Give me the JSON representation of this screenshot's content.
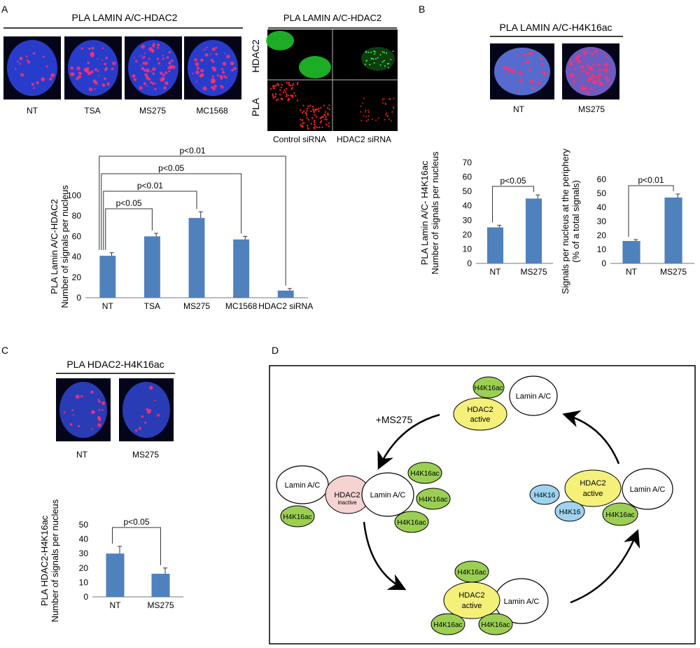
{
  "panels": {
    "A": {
      "letter": "A",
      "micro_title": "PLA LAMIN A/C-HDAC2",
      "micro_labels": [
        "NT",
        "TSA",
        "MS275",
        "MC1568"
      ],
      "sirna_title": "PLA LAMIN A/C-HDAC2",
      "sirna_rows": [
        "HDAC2",
        "PLA"
      ],
      "sirna_cols": [
        "Control siRNA",
        "HDAC2 siRNA"
      ]
    },
    "B": {
      "letter": "B",
      "micro_title": "PLA LAMIN A/C-H4K16ac",
      "micro_labels": [
        "NT",
        "MS275"
      ]
    },
    "C": {
      "letter": "C",
      "micro_title": "PLA HDAC2-H4K16ac",
      "micro_labels": [
        "NT",
        "MS275"
      ]
    },
    "D": {
      "letter": "D",
      "treatment_label": "+MS275",
      "complexes": {
        "top": {
          "lamin": "Lamin A/C",
          "hdac": [
            "HDAC2",
            "active"
          ],
          "acetyl": [
            "H4K16ac"
          ]
        },
        "left": {
          "lamin1": "Lamin A/C",
          "hdac": [
            "HDAC2",
            "inactive"
          ],
          "lamin2": "Lamin A/C",
          "acetyl": [
            "H4K16ac",
            "H4K16ac",
            "H4K16ac",
            "H4K16ac"
          ]
        },
        "right": {
          "lamin": "Lamin A/C",
          "hdac": [
            "HDAC2",
            "active"
          ],
          "deacetyl": [
            "H4K16",
            "H4K16"
          ],
          "acetyl": [
            "H4K16ac"
          ]
        },
        "bottom": {
          "lamin": "Lamin A/C",
          "hdac": [
            "HDAC2",
            "active"
          ],
          "acetyl": [
            "H4K16ac",
            "H4K16ac",
            "H4K16ac"
          ]
        }
      }
    }
  },
  "colors": {
    "bar": "#4f81bd",
    "hdac_active": "#f4f07a",
    "hdac_inactive": "#f6d3d3",
    "acetyl": "#9bcf53",
    "deacetyl": "#9fd3f0",
    "nucleus_blue": "#2a3fd6",
    "pla_red": "#ff3070"
  },
  "chart_data": [
    {
      "type": "bar",
      "panel": "A",
      "categories": [
        "NT",
        "TSA",
        "MS275",
        "MC1568",
        "HDAC2 siRNA"
      ],
      "values": [
        41,
        60,
        78,
        57,
        7
      ],
      "errors": [
        3,
        3,
        6,
        3,
        2
      ],
      "ylabel": "PLA Lamin A/C-HDAC2\nNumber of signals per nucleus",
      "ylim": [
        0,
        100
      ],
      "yticks": [
        0,
        20,
        40,
        60,
        80,
        100
      ],
      "comparisons": [
        {
          "from": "NT",
          "to": "TSA",
          "label": "p<0.05"
        },
        {
          "from": "NT",
          "to": "MS275",
          "label": "p<0.01"
        },
        {
          "from": "NT",
          "to": "MC1568",
          "label": "p<0.05"
        },
        {
          "from": "NT",
          "to": "HDAC2 siRNA",
          "label": "p<0.01"
        }
      ]
    },
    {
      "type": "bar",
      "panel": "B",
      "categories": [
        "NT",
        "MS275"
      ],
      "values": [
        25,
        45
      ],
      "errors": [
        1.5,
        2.5
      ],
      "ylabel": "PLA  Lamin A/C- H4K16ac\nNumber of signals per nucleus",
      "ylim": [
        0,
        70
      ],
      "yticks": [
        0,
        10,
        20,
        30,
        40,
        50,
        60,
        70
      ],
      "comparisons": [
        {
          "from": "NT",
          "to": "MS275",
          "label": "p<0.05"
        }
      ]
    },
    {
      "type": "bar",
      "panel": "B",
      "categories": [
        "NT",
        "MS275"
      ],
      "values": [
        16,
        47
      ],
      "errors": [
        1,
        2.5
      ],
      "ylabel": "Signals per nucleus at the periphery\n(% of a total signals)",
      "ylim": [
        0,
        60
      ],
      "yticks": [
        0,
        10,
        20,
        30,
        40,
        50,
        60
      ],
      "comparisons": [
        {
          "from": "NT",
          "to": "MS275",
          "label": "p<0.01"
        }
      ]
    },
    {
      "type": "bar",
      "panel": "C",
      "categories": [
        "NT",
        "MS275"
      ],
      "values": [
        30,
        16
      ],
      "errors": [
        5,
        4
      ],
      "ylabel": "PLA HDAC2-H4K16ac\nNumber of signals per nucleus",
      "ylim": [
        0,
        50
      ],
      "yticks": [
        0,
        10,
        20,
        30,
        40,
        50
      ],
      "comparisons": [
        {
          "from": "NT",
          "to": "MS275",
          "label": "p<0.05"
        }
      ]
    }
  ]
}
